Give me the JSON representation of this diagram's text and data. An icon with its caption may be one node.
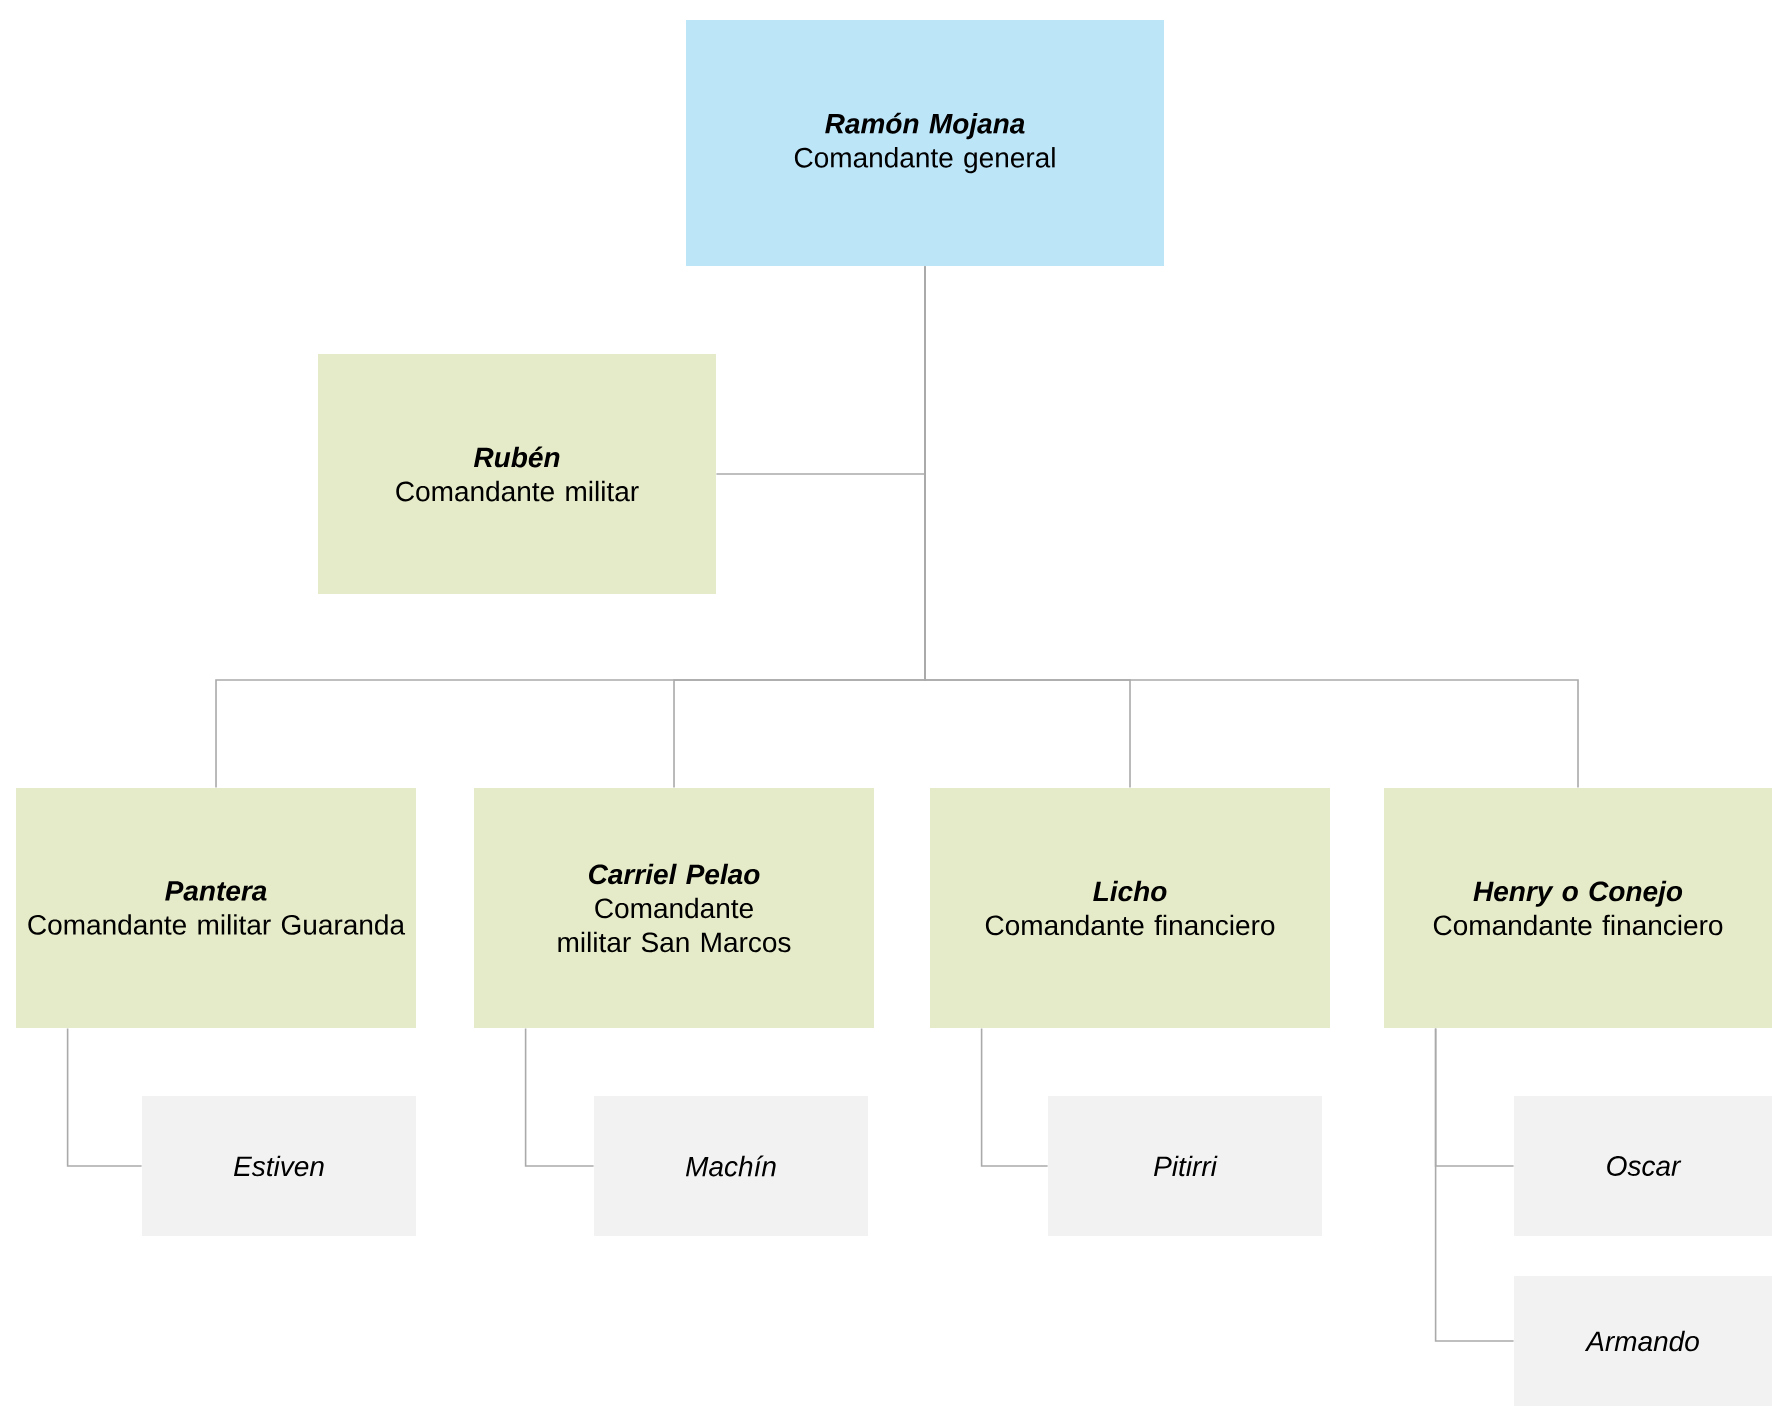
{
  "diagram": {
    "nodes": [
      {
        "text": [
          "Ramón Mojana",
          "Comandante general"
        ]
      },
      {
        "text": [
          "Rubén",
          "Comandante militar"
        ]
      },
      {
        "text": [
          "Pantera",
          "Comandante militar Guaranda"
        ]
      },
      {
        "text": [
          "Carriel Pelao",
          "Comandante militar San Marcos"
        ]
      },
      {
        "text": [
          "Licho",
          "Comandante financiero"
        ]
      },
      {
        "text": [
          "Henry o Conejo",
          "Comandante financiero"
        ]
      },
      {
        "text": [
          "Estiven"
        ]
      },
      {
        "text": [
          "Machín"
        ]
      },
      {
        "text": [
          "Pitirri"
        ]
      },
      {
        "text": [
          "Oscar"
        ]
      },
      {
        "text": [
          "Armando"
        ]
      }
    ],
    "edges": [
      {
        "from": 0,
        "to": 1,
        "arrow": "none"
      },
      {
        "from": 0,
        "to": 2,
        "arrow": "none"
      },
      {
        "from": 0,
        "to": 3,
        "arrow": "none"
      },
      {
        "from": 0,
        "to": 4,
        "arrow": "none"
      },
      {
        "from": 0,
        "to": 5,
        "arrow": "none"
      },
      {
        "from": 2,
        "to": 6,
        "arrow": "none"
      },
      {
        "from": 3,
        "to": 7,
        "arrow": "none"
      },
      {
        "from": 4,
        "to": 8,
        "arrow": "none"
      },
      {
        "from": 5,
        "to": 9,
        "arrow": "none"
      },
      {
        "from": 5,
        "to": 10,
        "arrow": "none"
      }
    ]
  }
}
